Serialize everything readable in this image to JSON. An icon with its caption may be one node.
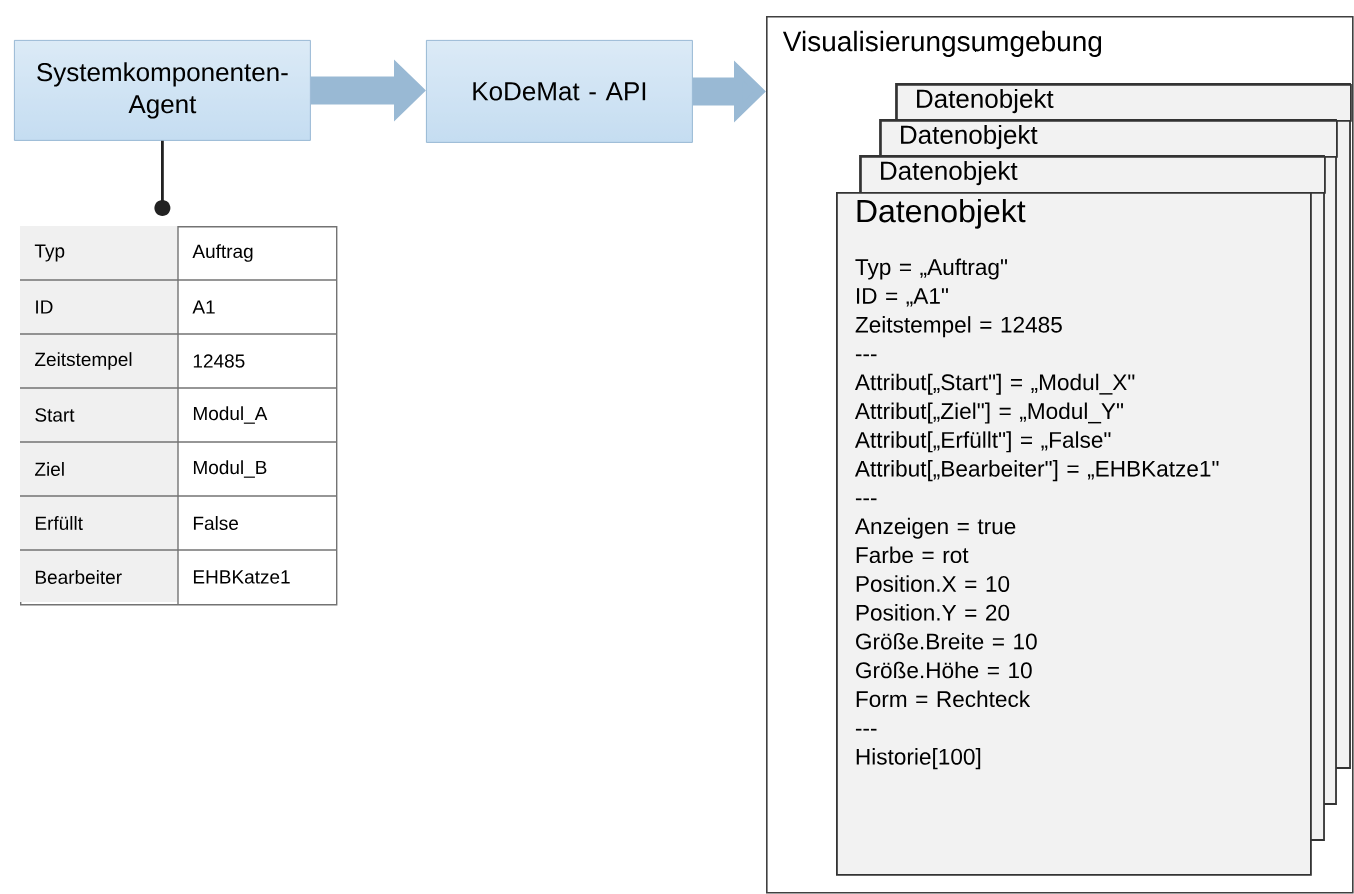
{
  "diagram": {
    "nodes": [
      {
        "text": [
          "Systemkomponenten- Agent"
        ]
      },
      {
        "text": [
          "KoDeMat - API"
        ]
      },
      {
        "text": [
          "Visualisierungsumgebung"
        ]
      },
      {
        "text": [
          "Datenobjekt"
        ],
        "in": 2
      },
      {
        "text": [
          "Datenobjekt"
        ],
        "in": 2
      },
      {
        "text": [
          "Datenobjekt"
        ],
        "in": 2
      },
      {
        "text": [
          "Datenobjekt",
          "Typ = „Auftrag\"",
          "ID = „A1\"",
          "Zeitstempel = 12485",
          "---",
          "Attribut[„Start\"] = „Modul_X\"",
          "Attribut[„Ziel\"] = „Modul_Y\"",
          "Attribut[„Erfüllt\"] = „False\"",
          "Attribut[„Bearbeiter\"] = „EHBKatze1\"",
          "---",
          "Anzeigen = true",
          "Farbe = rot",
          "Position.X  = 10",
          "Position.Y = 20",
          "Größe.Breite = 10",
          "Größe.Höhe = 10",
          "Form = Rechteck",
          "---",
          "Historie[100]"
        ],
        "in": 2
      },
      {
        "text": [
          "Typ",
          "Auftrag",
          "ID",
          "A1",
          "Zeitstempel",
          "12485",
          "Start",
          "Modul_A",
          "Ziel",
          "Modul_B",
          "Erfüllt",
          "False",
          "Bearbeiter",
          "EHBKatze1"
        ]
      }
    ],
    "edges": [
      {
        "from": 0,
        "to": 1,
        "arrow": "to"
      },
      {
        "from": 1,
        "to": 2,
        "arrow": "to"
      },
      {
        "from": 0,
        "to": 7,
        "arrow": "other",
        "color": "#222222"
      }
    ]
  }
}
